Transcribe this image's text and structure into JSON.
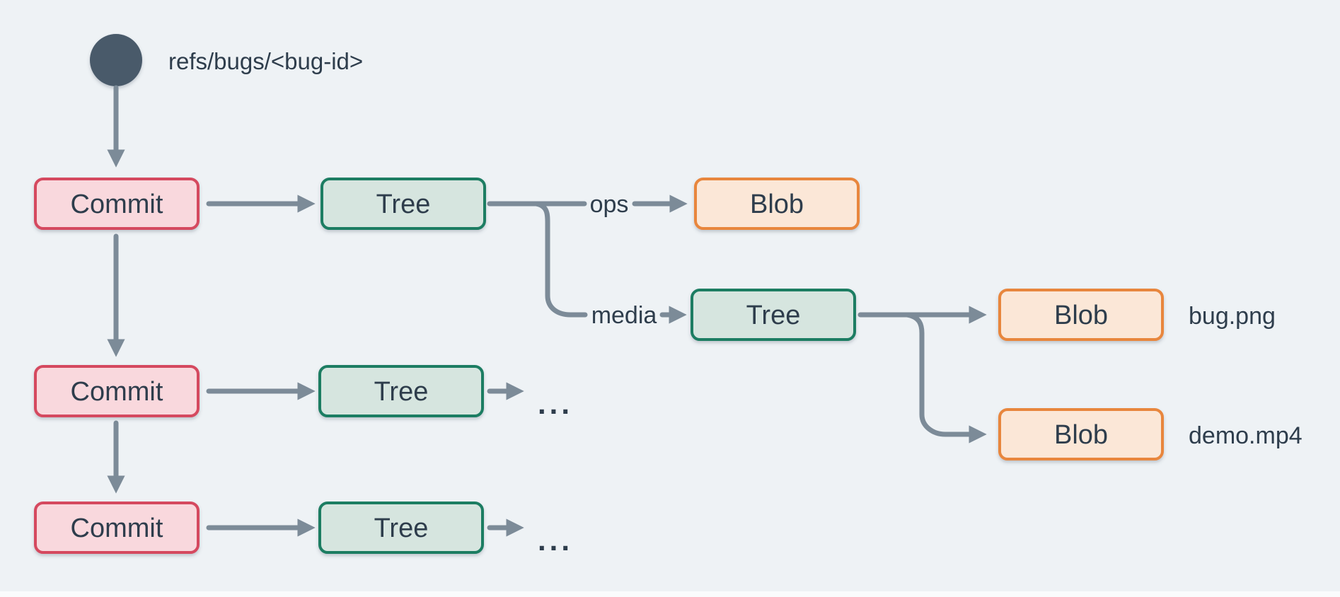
{
  "diagram": {
    "title": "git-object-graph",
    "ref": {
      "label": "refs/bugs/<bug-id>"
    },
    "nodes": {
      "commit1": {
        "label": "Commit",
        "type": "commit"
      },
      "commit2": {
        "label": "Commit",
        "type": "commit"
      },
      "commit3": {
        "label": "Commit",
        "type": "commit"
      },
      "tree_root": {
        "label": "Tree",
        "type": "tree"
      },
      "tree_row2": {
        "label": "Tree",
        "type": "tree"
      },
      "tree_row3": {
        "label": "Tree",
        "type": "tree"
      },
      "tree_media": {
        "label": "Tree",
        "type": "tree"
      },
      "blob_ops": {
        "label": "Blob",
        "type": "blob"
      },
      "blob_bug": {
        "label": "Blob",
        "type": "blob"
      },
      "blob_demo": {
        "label": "Blob",
        "type": "blob"
      }
    },
    "edge_labels": {
      "ops": "ops",
      "media": "media"
    },
    "file_labels": {
      "bug": "bug.png",
      "demo": "demo.mp4"
    },
    "ellipsis": {
      "row2": "...",
      "row3": "..."
    },
    "colors": {
      "background": "#eef2f5",
      "commit_fill": "#f9d8dd",
      "commit_border": "#d5495f",
      "tree_fill": "#d6e5df",
      "tree_border": "#1e7d62",
      "blob_fill": "#fbe7d7",
      "blob_border": "#e8863c",
      "arrow": "#7c8b98",
      "ref_circle": "#4a5a6b",
      "text": "#2e3d4c"
    }
  }
}
